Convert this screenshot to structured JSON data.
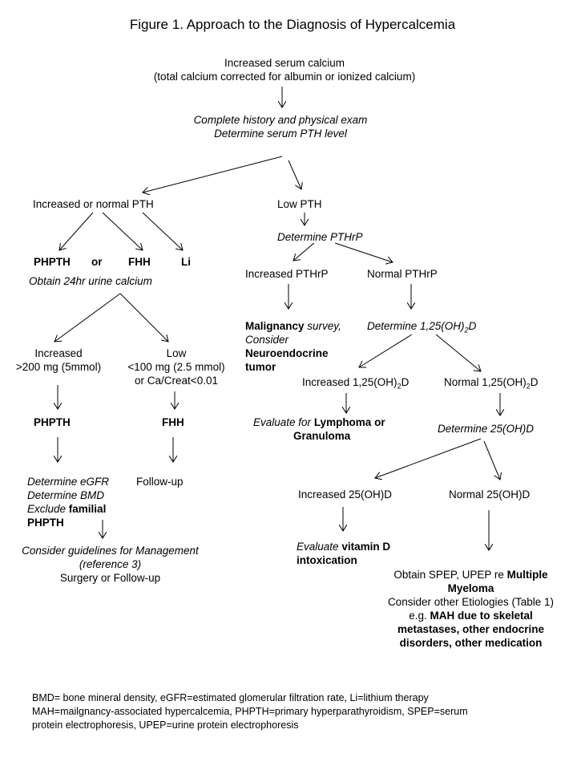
{
  "title": "Figure 1. Approach to the Diagnosis of Hypercalcemia",
  "start": {
    "line1": "Increased serum calcium",
    "line2": "(total calcium corrected for albumin or ionized calcium)"
  },
  "step1": {
    "line1": "Complete history and physical exam",
    "line2": "Determine serum PTH level"
  },
  "left": {
    "branch": "Increased or normal PTH",
    "dx": {
      "a": "PHPTH",
      "or": "or",
      "b": "FHH",
      "c": "Li"
    },
    "urine": "Obtain 24hr urine calcium",
    "increased": {
      "l1": "Increased",
      "l2": ">200 mg (5mmol)"
    },
    "low": {
      "l1": "Low",
      "l2": "<100 mg (2.5 mmol)",
      "l3": "or Ca/Creat<0.01"
    },
    "phpth": "PHPTH",
    "fhh": "FHH",
    "followup": "Follow-up",
    "workup": {
      "l1": "Determine eGFR",
      "l2": "Determine BMD",
      "l3a": "Exclude",
      "l3b": "familial",
      "l4": "PHPTH"
    },
    "guidelines": {
      "l1": "Consider guidelines for Management",
      "l2": "(reference 3)",
      "l3": "Surgery or Follow-up"
    }
  },
  "right": {
    "branch": "Low PTH",
    "pthrp": "Determine PTHrP",
    "inc_pthrp": "Increased PTHrP",
    "norm_pthrp": "Normal PTHrP",
    "malig": {
      "l1a": "Malignancy",
      "l1b": "survey,",
      "l2": "Consider",
      "l3": "Neuroendocrine",
      "l4": "tumor"
    },
    "det125": {
      "pre": "Determine 1,25(OH)",
      "sub": "2",
      "post": "D"
    },
    "inc125": {
      "pre": "Increased 1,25(OH)",
      "sub": "2",
      "post": "D"
    },
    "norm125": {
      "pre": "Normal 1,25(OH)",
      "sub": "2",
      "post": "D"
    },
    "lymph": {
      "l1a": "Evaluate for",
      "l1b": "Lymphoma",
      "l1c": "or",
      "l2": "Granuloma"
    },
    "det25": "Determine 25(OH)D",
    "inc25": "Increased 25(OH)D",
    "norm25": "Normal 25(OH)D",
    "vitd": {
      "l1a": "Evaluate",
      "l1b": "vitamin D",
      "l2": "intoxication"
    },
    "spep": {
      "l1a": "Obtain SPEP, UPEP re",
      "l1b": "Multiple",
      "l2": "Myeloma",
      "l3": "Consider other Etiologies (Table 1)",
      "l4a": "e.g.",
      "l4b": "MAH due to skeletal",
      "l5": "metastases, other endocrine",
      "l6": "disorders, other medication"
    }
  },
  "footnote": {
    "l1": "BMD= bone mineral density, eGFR=estimated glomerular filtration rate, Li=lithium therapy",
    "l2": "MAH=mailgnancy-associated hypercalcemia, PHPTH=primary hyperparathyroidism, SPEP=serum",
    "l3": "protein electrophoresis, UPEP=urine protein electrophoresis"
  }
}
